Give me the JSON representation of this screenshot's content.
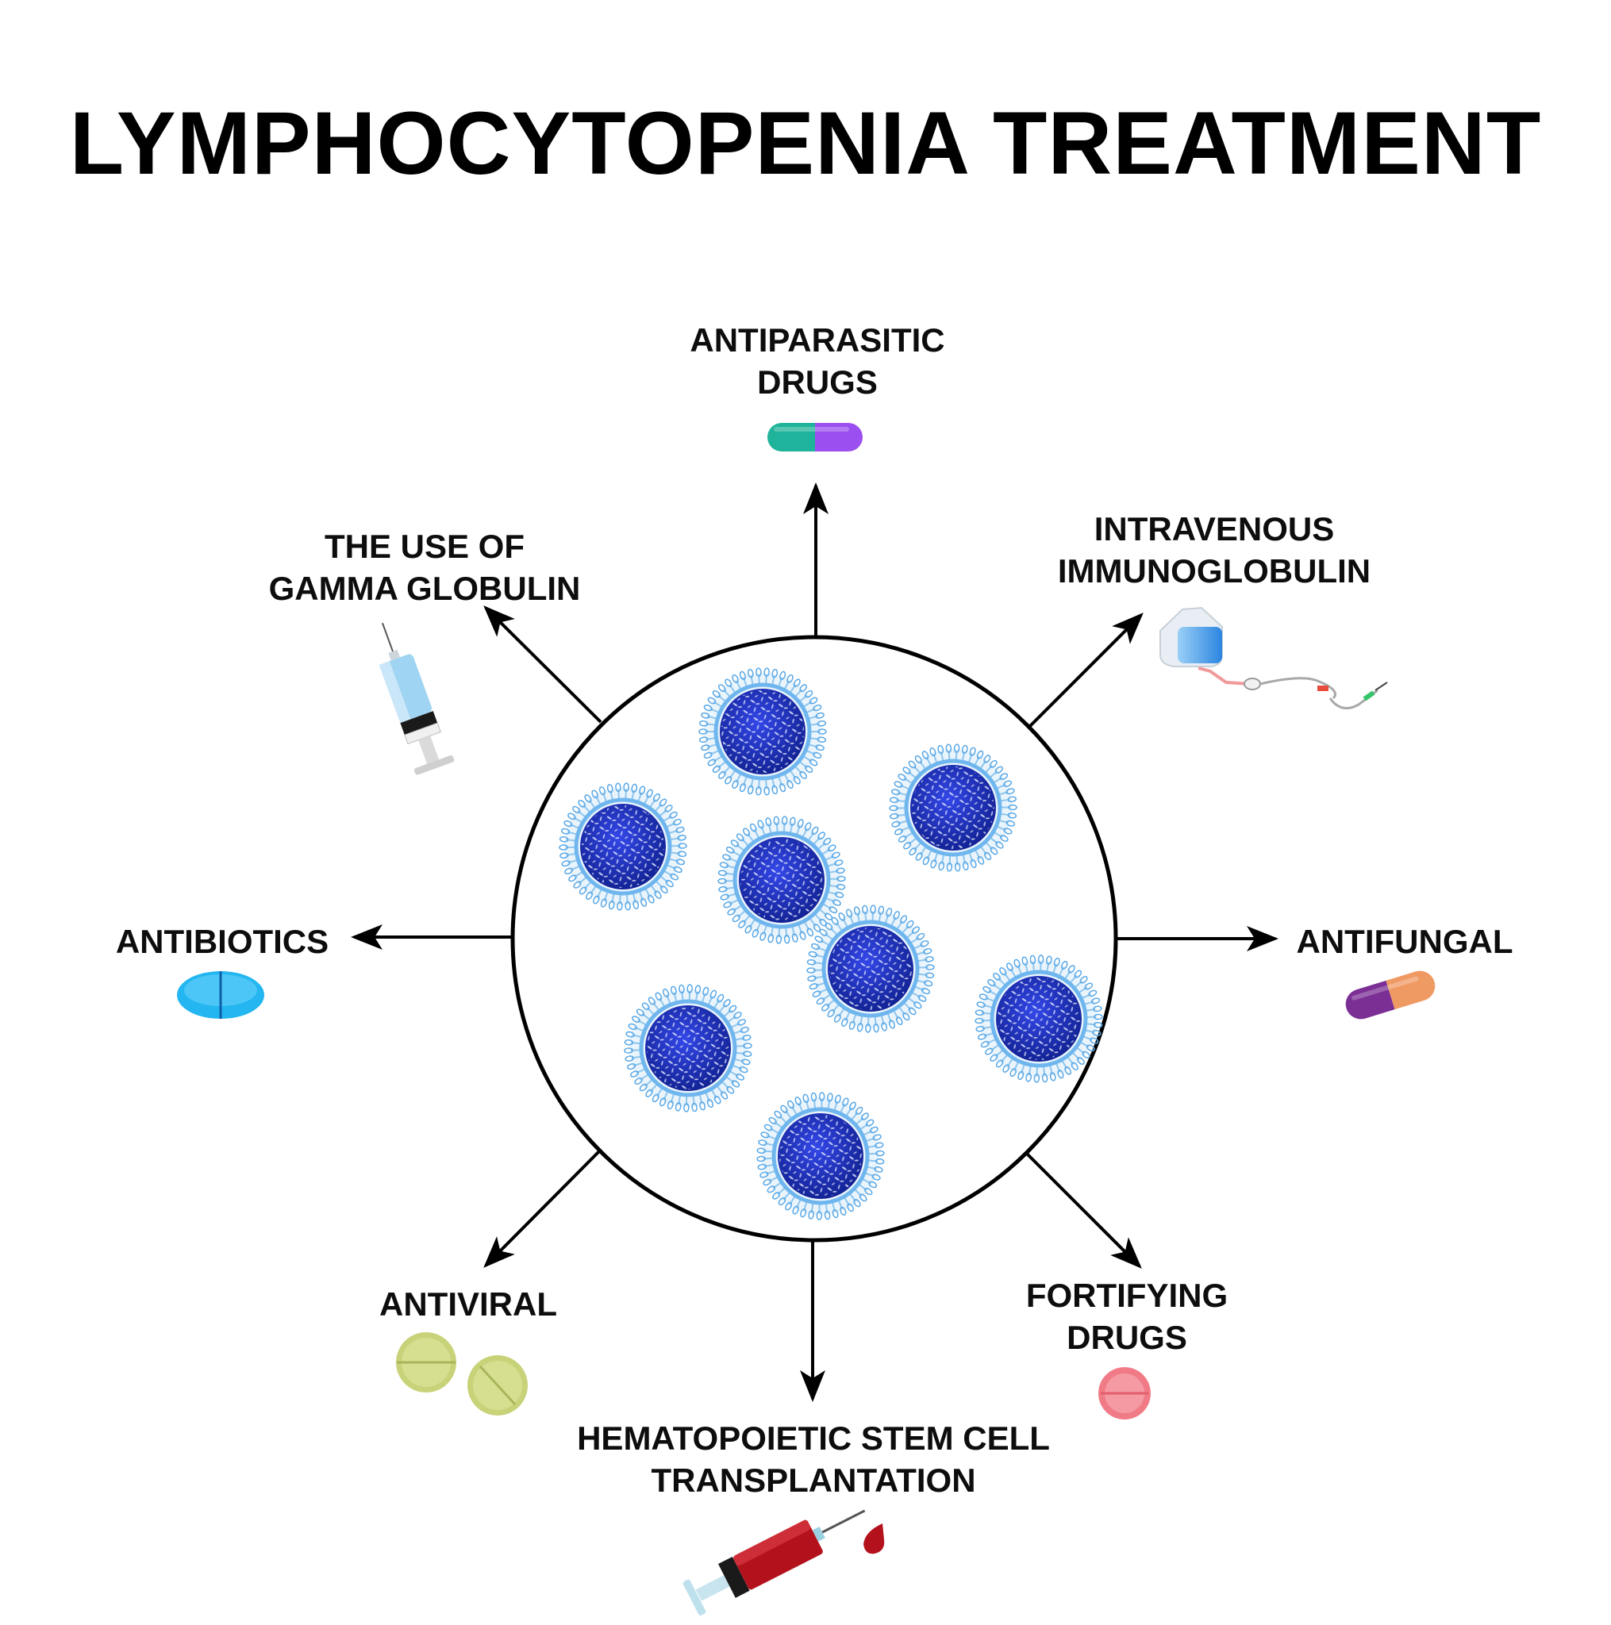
{
  "title": "LYMPHOCYTOPENIA TREATMENT",
  "treatments": [
    {
      "id": "antiparasitic",
      "lines": [
        "ANTIPARASITIC",
        "DRUGS"
      ],
      "icon": "capsule-icon",
      "colors": [
        "#1eb39a",
        "#9b4ff0"
      ]
    },
    {
      "id": "ivig",
      "lines": [
        "INTRAVENOUS",
        "IMMUNOGLOBULIN"
      ],
      "icon": "iv-bag-icon",
      "colors": [
        "#3a9be8"
      ]
    },
    {
      "id": "antifungal",
      "lines": [
        "ANTIFUNGAL"
      ],
      "icon": "capsule-icon",
      "colors": [
        "#7b2f95",
        "#f09a63"
      ]
    },
    {
      "id": "fortifying",
      "lines": [
        "FORTIFYING",
        "DRUGS"
      ],
      "icon": "round-pill-icon",
      "colors": [
        "#f07b86"
      ]
    },
    {
      "id": "hsct",
      "lines": [
        "HEMATOPOIETIC STEM CELL",
        "TRANSPLANTATION"
      ],
      "icon": "blood-syringe-icon",
      "colors": [
        "#b3121c"
      ]
    },
    {
      "id": "antiviral",
      "lines": [
        "ANTIVIRAL"
      ],
      "icon": "tablets-icon",
      "colors": [
        "#c8d278"
      ]
    },
    {
      "id": "antibiotics",
      "lines": [
        "ANTIBIOTICS"
      ],
      "icon": "oval-tablet-icon",
      "colors": [
        "#23b6f0"
      ]
    },
    {
      "id": "gamma",
      "lines": [
        "THE USE OF",
        "GAMMA GLOBULIN"
      ],
      "icon": "syringe-icon",
      "colors": [
        "#9fd4f2"
      ]
    }
  ],
  "cell_colors": {
    "nucleus": "#1d2fd0",
    "membrane": "#8fc6ee"
  }
}
